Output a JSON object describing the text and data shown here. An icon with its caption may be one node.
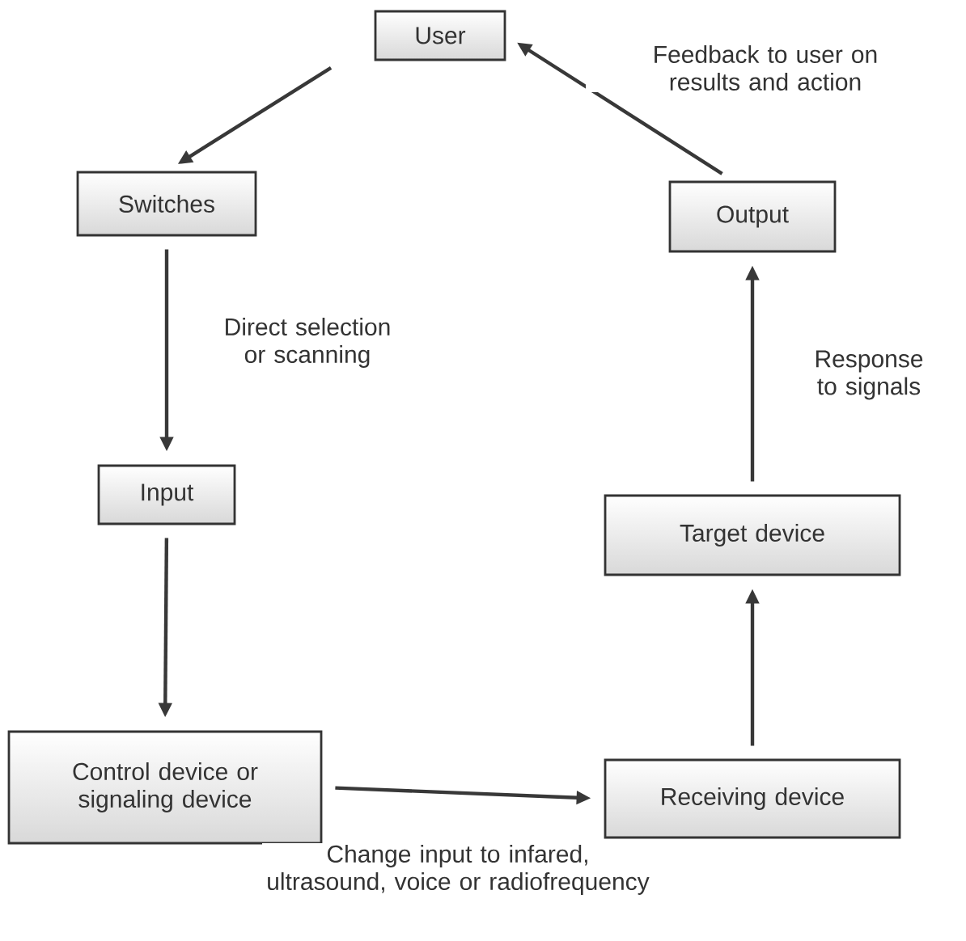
{
  "diagram": {
    "nodes": [
      {
        "text": [
          "User"
        ]
      },
      {
        "text": [
          "Switches"
        ]
      },
      {
        "text": [
          "Input"
        ]
      },
      {
        "text": [
          "Control device or signaling device"
        ]
      },
      {
        "text": [
          "Receiving device"
        ]
      },
      {
        "text": [
          "Target device"
        ]
      },
      {
        "text": [
          "Output"
        ]
      }
    ],
    "edges": [
      {
        "from": 0,
        "to": 1,
        "arrow": "to"
      },
      {
        "from": 1,
        "to": 2,
        "arrow": "to",
        "label": "Direct selection or scanning"
      },
      {
        "from": 2,
        "to": 3,
        "arrow": "to"
      },
      {
        "from": 3,
        "to": 4,
        "arrow": "to",
        "label": "Change input to infared, ultrasound, voice or radiofrequency"
      },
      {
        "from": 4,
        "to": 5,
        "arrow": "to"
      },
      {
        "from": 5,
        "to": 6,
        "arrow": "to",
        "label": "Response to signals"
      },
      {
        "from": 6,
        "to": 0,
        "arrow": "to",
        "label": "Feedback to user on results and action"
      }
    ]
  }
}
